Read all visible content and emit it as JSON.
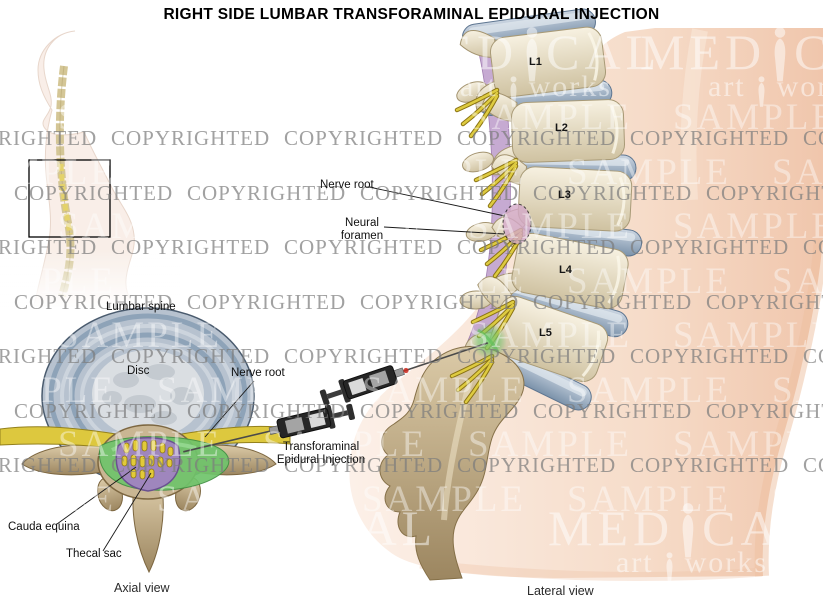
{
  "title": "RIGHT SIDE LUMBAR TRANSFORAMINAL EPIDURAL INJECTION",
  "watermarks": {
    "copyrighted": "COPYRIGHTED",
    "sample": "SAMPLE",
    "brand_med": "MED",
    "brand_cal": "CAL",
    "brand_art": "art",
    "brand_works": "works"
  },
  "axial_view": {
    "caption": "Axial view",
    "labels": {
      "lumbar_spine": "Lumbar spine",
      "disc": "Disc",
      "nerve_root": "Nerve root",
      "cauda_equina": "Cauda equina",
      "thecal_sac": "Thecal sac",
      "injection_line1": "Transforaminal",
      "injection_line2": "Epidural Injection"
    }
  },
  "lateral_view": {
    "caption": "Lateral view",
    "vertebrae": [
      "L1",
      "L2",
      "L3",
      "L4",
      "L5"
    ],
    "labels": {
      "nerve_root": "Nerve root",
      "neural_foramen_line1": "Neural",
      "neural_foramen_line2": "foramen"
    }
  },
  "colors": {
    "bone": "#e9e0c8",
    "disc_blue": "#9fb2c6",
    "nerve_yellow": "#ddc83e",
    "thecal_purple": "#9f86bd",
    "contrast_green": "#6fc46b",
    "canal_purple": "#c2a3cf",
    "skin_peach": "#f4d6c2",
    "watermark_gray": "#7d7d7d"
  }
}
